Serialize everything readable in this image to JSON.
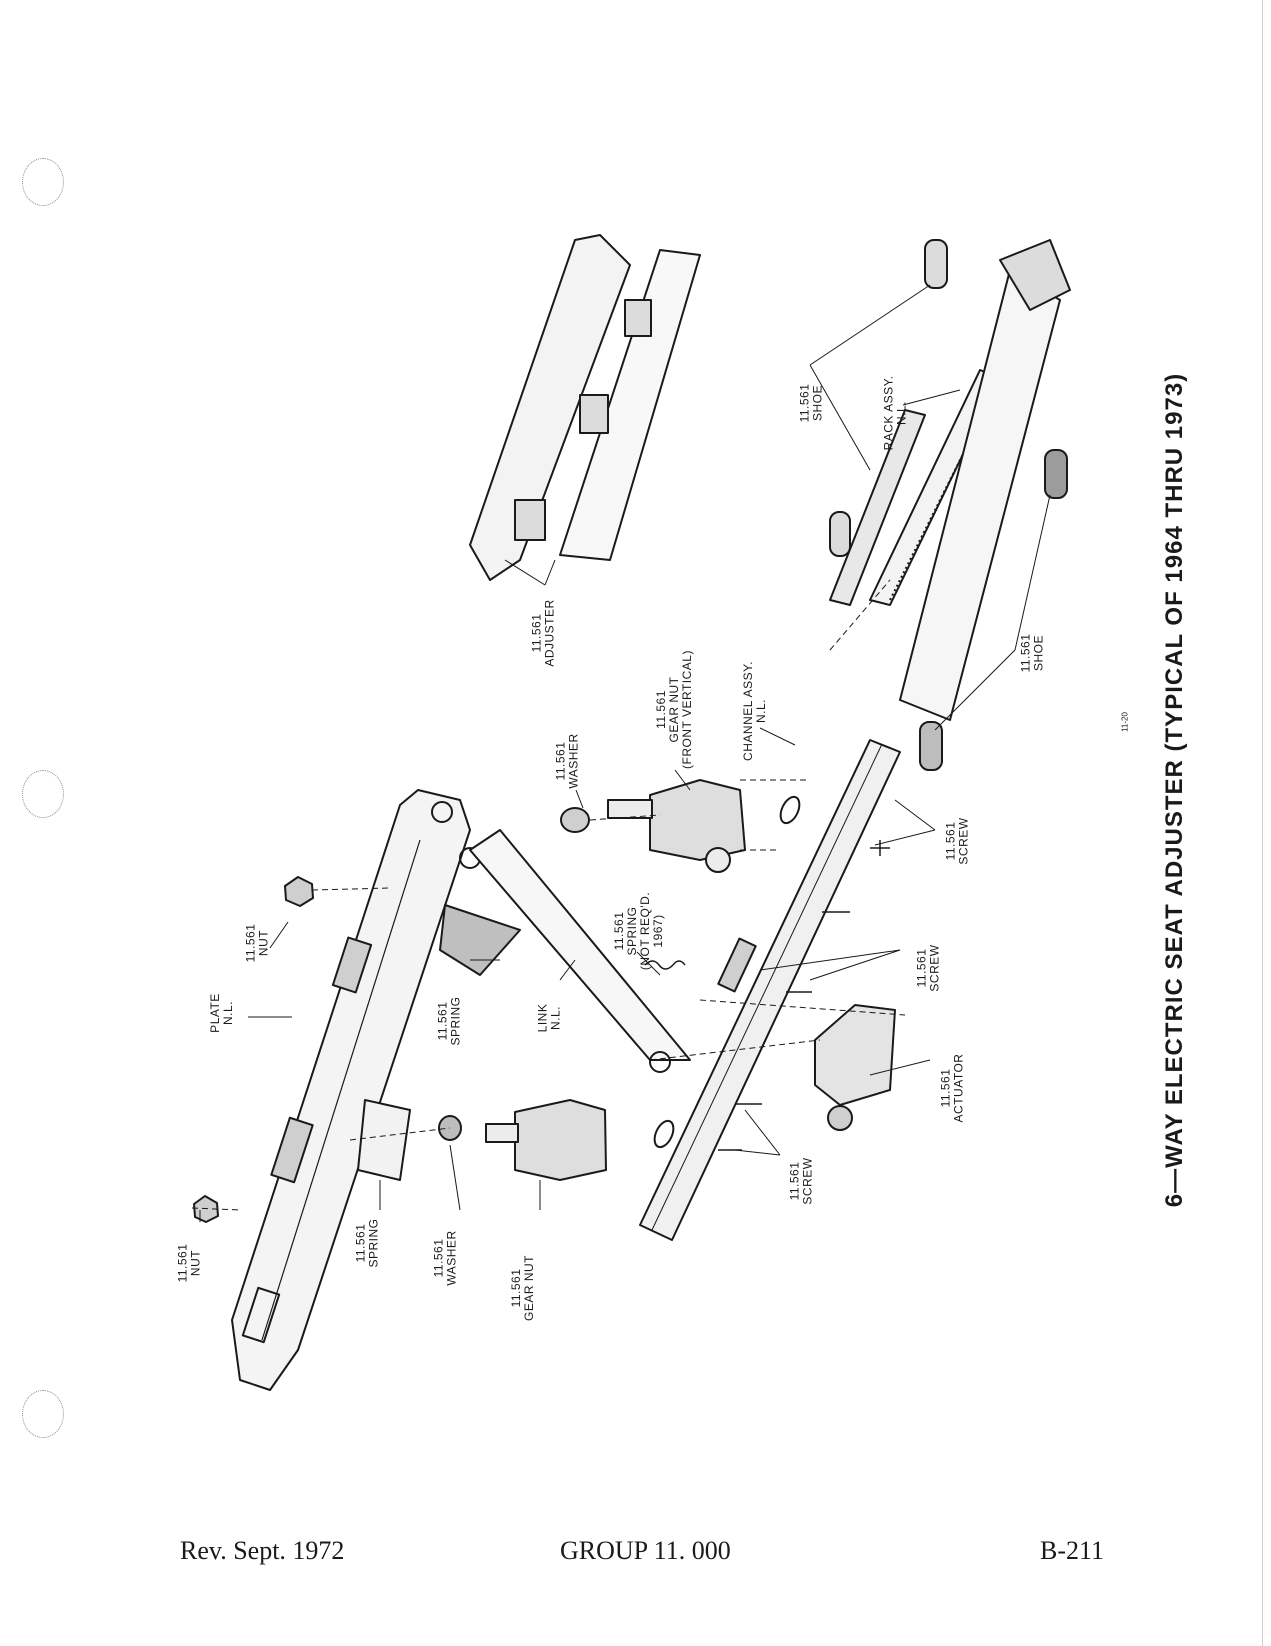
{
  "title": "6—WAY ELECTRIC SEAT ADJUSTER (TYPICAL OF 1964 THRU 1973)",
  "figure_code": "11-20",
  "footer": {
    "left": "Rev. Sept. 1972",
    "center": "GROUP 11. 000",
    "right": "B-211"
  },
  "labels": {
    "plate": [
      "PLATE",
      "N.L."
    ],
    "nut_upper": [
      "11.561",
      "NUT"
    ],
    "nut_lower": [
      "11.561",
      "NUT"
    ],
    "spring_upper": [
      "11.561",
      "SPRING"
    ],
    "spring_lower": [
      "11.561",
      "SPRING"
    ],
    "link": [
      "LINK",
      "N.L."
    ],
    "spring_not_reqd": [
      "11.561",
      "SPRING",
      "(NOT REQ'D.",
      "1967)"
    ],
    "washer_upper": [
      "11.561",
      "WASHER"
    ],
    "washer_lower": [
      "11.561",
      "WASHER"
    ],
    "gear_nut_front": [
      "11.561",
      "GEAR NUT",
      "(FRONT VERTICAL)"
    ],
    "gear_nut_lower": [
      "11.561",
      "GEAR NUT"
    ],
    "adjuster": [
      "11.561",
      "ADJUSTER"
    ],
    "channel": [
      "CHANNEL ASSY.",
      "N.L."
    ],
    "shoe_upper": [
      "11.561",
      "SHOE"
    ],
    "shoe_lower": [
      "11.561",
      "SHOE"
    ],
    "rack": [
      "RACK ASSY.",
      "N.L."
    ],
    "screw_right": [
      "11.561",
      "SCREW"
    ],
    "screw_mid": [
      "11.561",
      "SCREW"
    ],
    "screw_lower": [
      "11.561",
      "SCREW"
    ],
    "actuator": [
      "11.561",
      "ACTUATOR"
    ]
  }
}
